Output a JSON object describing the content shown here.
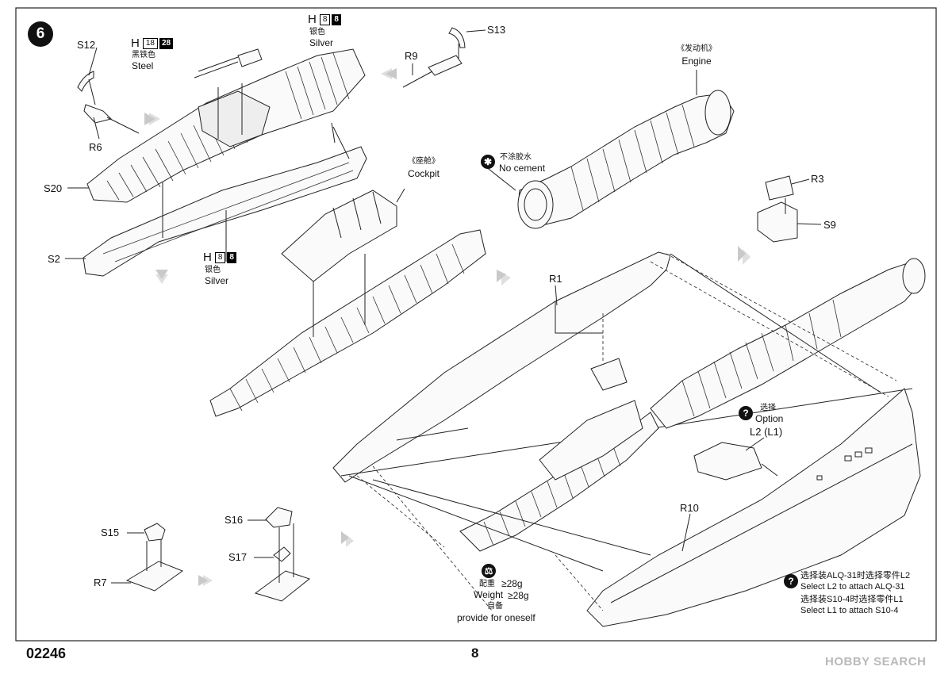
{
  "step": "6",
  "footer": {
    "code": "02246",
    "page": "8"
  },
  "watermark": "HOBBY SEARCH",
  "labels": {
    "s12": "S12",
    "r6": "R6",
    "s20": "S20",
    "s2": "S2",
    "r9": "R9",
    "s13": "S13",
    "r3": "R3",
    "s9": "S9",
    "r1": "R1",
    "r10": "R10",
    "l2l1": "L2 (L1)",
    "s15": "S15",
    "r7": "R7",
    "s16": "S16",
    "s17": "S17"
  },
  "paint_steel": {
    "h": "H",
    "n1": "18",
    "n2": "28",
    "cn": "黑铁色",
    "en": "Steel"
  },
  "paint_silver_top": {
    "h": "H",
    "n1": "8",
    "n2": "8",
    "cn": "银色",
    "en": "Silver"
  },
  "paint_silver_mid": {
    "h": "H",
    "n1": "8",
    "n2": "8",
    "cn": "银色",
    "en": "Silver"
  },
  "engine": {
    "cn": "《发动机》",
    "en": "Engine"
  },
  "cockpit": {
    "cn": "《座舱》",
    "en": "Cockpit"
  },
  "nocement": {
    "cn": "不涂胶水",
    "en": "No cement"
  },
  "option": {
    "icon": "?",
    "cn": "选择",
    "en": "Option"
  },
  "weight": {
    "cn1": "配重",
    "val1": "≥28g",
    "en1": "Weight",
    "val2": "≥28g",
    "cn2": "自备",
    "en2": "provide for oneself"
  },
  "note": {
    "icon": "?",
    "line1": "选择装ALQ-31时选择零件L2",
    "line2": "Select L2 to attach ALQ-31",
    "line3": "选择装S10-4时选择零件L1",
    "line4": "Select L1 to attach S10-4"
  },
  "icons": [
    "no-cement-icon",
    "question-icon",
    "weight-icon",
    "assembly-arrow-icon"
  ]
}
